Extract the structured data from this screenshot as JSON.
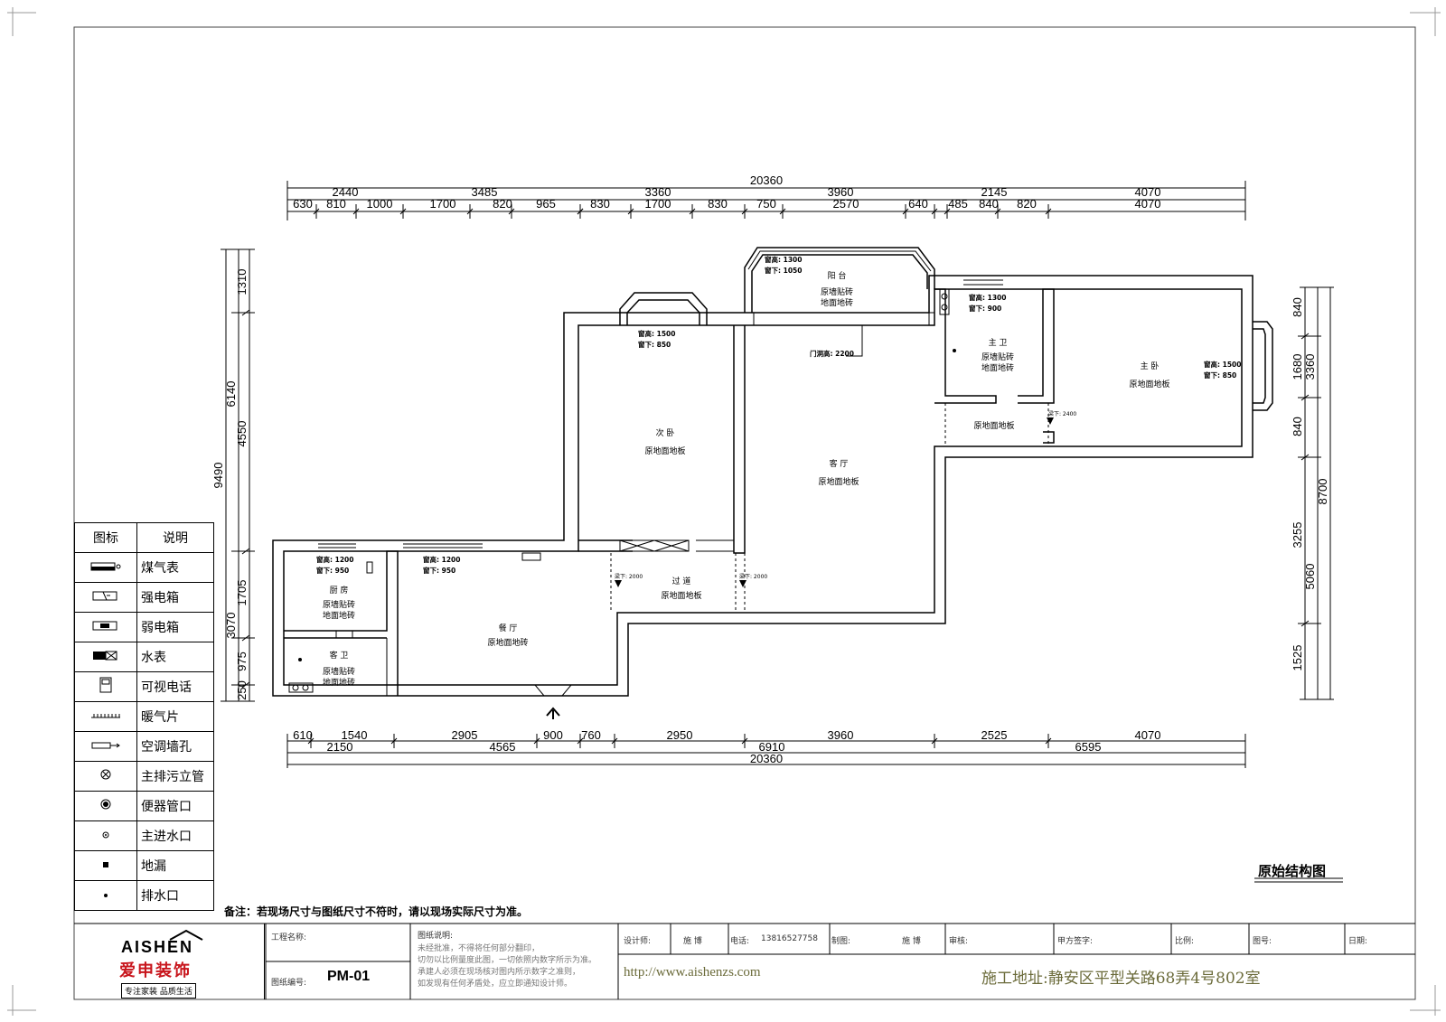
{
  "sheet_title": "原始结构图",
  "note": "备注：若现场尺寸与图纸尺寸不符时，请以现场实际尺寸为准。",
  "legend": {
    "header_symbol": "图标",
    "header_desc": "说明",
    "items": [
      {
        "icon": "gas-meter-icon",
        "label": "煤气表"
      },
      {
        "icon": "strong-electric-box-icon",
        "label": "强电箱"
      },
      {
        "icon": "weak-electric-box-icon",
        "label": "弱电箱"
      },
      {
        "icon": "water-meter-icon",
        "label": "水表"
      },
      {
        "icon": "video-intercom-icon",
        "label": "可视电话"
      },
      {
        "icon": "radiator-icon",
        "label": "暖气片"
      },
      {
        "icon": "ac-wall-hole-icon",
        "label": "空调墙孔"
      },
      {
        "icon": "main-sewage-pipe-icon",
        "label": "主排污立管"
      },
      {
        "icon": "toilet-pipe-icon",
        "label": "便器管口"
      },
      {
        "icon": "main-water-inlet-icon",
        "label": "主进水口"
      },
      {
        "icon": "floor-drain-icon",
        "label": "地漏"
      },
      {
        "icon": "drain-outlet-icon",
        "label": "排水口"
      }
    ]
  },
  "titleblock": {
    "brand_en": "AISHEN",
    "brand_cn": "爱申装饰",
    "slogan": "专注家装   品质生活",
    "project_name_label": "工程名称:",
    "drawing_no_label": "图纸编号:",
    "drawing_no": "PM-01",
    "notes_label": "图纸说明:",
    "notes_lines": [
      "未经批准，不得将任何部分翻印，",
      "切勿以比例量度此图，一切依照内数字所示为准。",
      "承建人必须在现场核对图内所示数字之准则，",
      "如发现有任何矛盾处，应立即通知设计师。"
    ],
    "designer_label": "设计师:",
    "designer": "施 博",
    "phone_label": "电话:",
    "phone": "13816527758",
    "drafter_label": "制图:",
    "drafter": "施 博",
    "reviewer_label": "审核:",
    "client_sign_label": "甲方签字:",
    "scale_label": "比例:",
    "sheet_no_label": "图号:",
    "date_label": "日期:",
    "website": "http://www.aishenzs.com",
    "address": "施工地址:静安区平型关路68弄4号802室"
  },
  "rooms": [
    {
      "id": "balcony",
      "name": "阳 台",
      "wall": "原墙贴砖",
      "floor": "地面地砖"
    },
    {
      "id": "second-bedroom",
      "name": "次 卧",
      "floor": "原地面地板"
    },
    {
      "id": "living-room",
      "name": "客 厅",
      "floor": "原地面地板"
    },
    {
      "id": "master-bath",
      "name": "主 卫",
      "wall": "原墙贴砖",
      "floor": "地面地砖"
    },
    {
      "id": "master-bedroom",
      "name": "主 卧",
      "floor": "原地面地板"
    },
    {
      "id": "corridor-east",
      "floor": "原地面地板"
    },
    {
      "id": "kitchen",
      "name": "厨 房",
      "wall": "原墙贴砖",
      "floor": "地面地砖"
    },
    {
      "id": "guest-bath",
      "name": "客 卫",
      "wall": "原墙贴砖",
      "floor": "地面地砖"
    },
    {
      "id": "dining-room",
      "name": "餐 厅",
      "floor": "原地面地砖"
    },
    {
      "id": "hallway",
      "name": "过 道",
      "floor": "原地面地板"
    }
  ],
  "window_notes": [
    {
      "id": "balcony",
      "h": "窗高: 1300",
      "sill": "窗下: 1050"
    },
    {
      "id": "second-bedroom",
      "h": "窗高: 1500",
      "sill": "窗下: 850"
    },
    {
      "id": "master-bath",
      "h": "窗高: 1300",
      "sill": "窗下: 900"
    },
    {
      "id": "master-bedroom",
      "h": "窗高: 1500",
      "sill": "窗下: 850"
    },
    {
      "id": "kitchen",
      "h": "窗高: 1200",
      "sill": "窗下: 950"
    },
    {
      "id": "dining",
      "h": "窗高: 1200",
      "sill": "窗下: 950"
    }
  ],
  "door_note": "门洞高: 2200",
  "beam_notes": {
    "east": "梁下: 2400",
    "hall_west": "梁下: 2000",
    "hall_east": "梁下: 2000"
  },
  "dims": {
    "top_total": "20360",
    "top_mid": [
      "2440",
      "3485",
      "3360",
      "3960",
      "2145",
      "4070"
    ],
    "top_fine": [
      "630",
      "810",
      "1000",
      "1700",
      "820",
      "965",
      "830",
      "1700",
      "830",
      "750",
      "2570",
      "640",
      "485",
      "840",
      "820",
      "4070"
    ],
    "bottom_fine": [
      "610",
      "1540",
      "2905",
      "900",
      "760",
      "2950",
      "3960",
      "2525",
      "4070"
    ],
    "bottom_mid": [
      "2150",
      "4565",
      "6910",
      "6595"
    ],
    "bottom_total": "20360",
    "left_total": "9490",
    "left_mid": [
      "6140",
      "3070"
    ],
    "left_fine": [
      "1310",
      "4550",
      "1705",
      "975",
      "250"
    ],
    "right_fine": [
      "840",
      "1680",
      "840",
      "3255",
      "1525"
    ],
    "right_mid": [
      "3360",
      "5060"
    ],
    "right_total": "8700"
  }
}
